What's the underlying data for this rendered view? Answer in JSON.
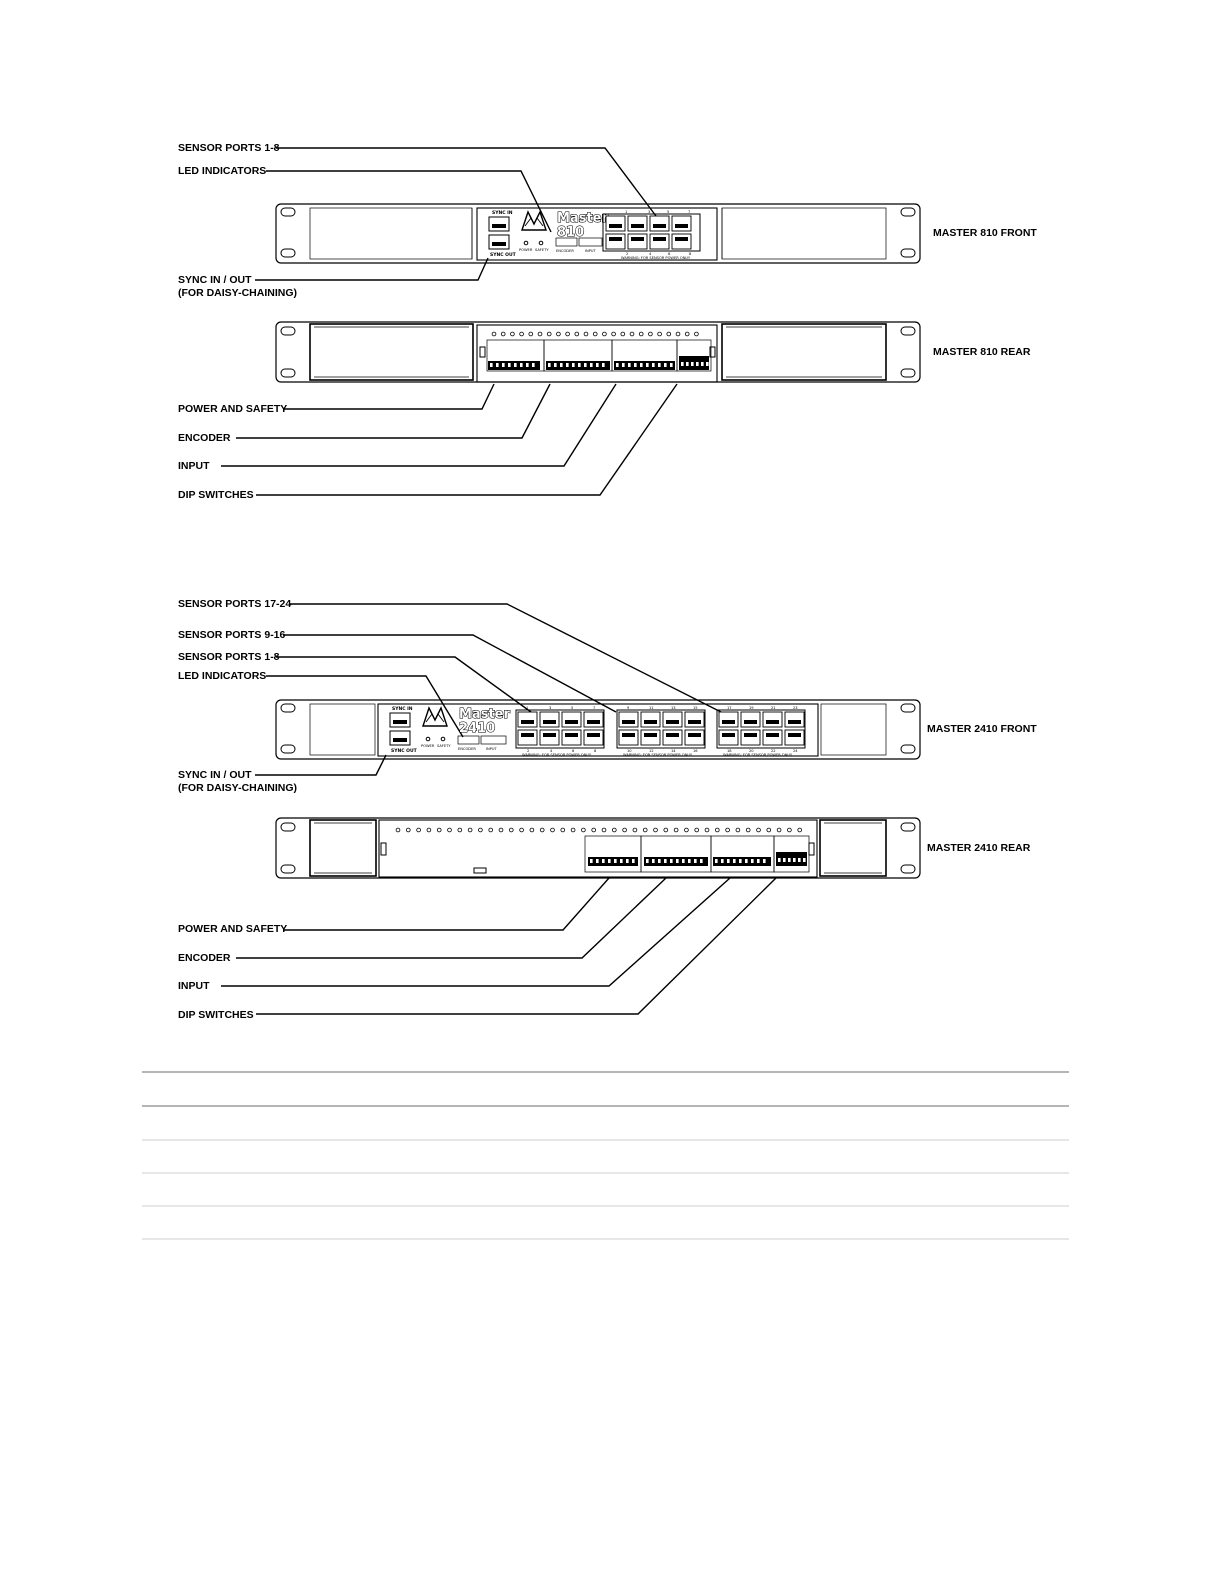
{
  "diagram_810": {
    "callouts": {
      "sensor_ports": "SENSOR PORTS 1-8",
      "led_indicators": "LED INDICATORS",
      "sync_line1": "SYNC IN / OUT",
      "sync_line2": "(FOR DAISY-CHAINING)",
      "power_safety": "POWER AND SAFETY",
      "encoder": "ENCODER",
      "input": "INPUT",
      "dip_switches": "DIP SWITCHES"
    },
    "front_label": "MASTER 810 FRONT",
    "rear_label": "MASTER 810 REAR",
    "front_panel": {
      "brand_word": "Master",
      "model": "810",
      "sync_in": "SYNC IN",
      "sync_out": "SYNC OUT",
      "power": "POWER",
      "safety": "SAFETY",
      "encoder": "ENCODER",
      "input": "INPUT",
      "warning": "WARNING: FOR SENSOR POWER ONLY!",
      "port_top": [
        "1",
        "3",
        "5",
        "7"
      ],
      "port_bottom": [
        "2",
        "4",
        "6",
        "8"
      ]
    }
  },
  "diagram_2410": {
    "callouts": {
      "sensor_ports_17_24": "SENSOR PORTS 17-24",
      "sensor_ports_9_16": "SENSOR PORTS 9-16",
      "sensor_ports_1_8": "SENSOR PORTS 1-8",
      "led_indicators": "LED INDICATORS",
      "sync_line1": "SYNC IN / OUT",
      "sync_line2": "(FOR DAISY-CHAINING)",
      "power_safety": "POWER AND SAFETY",
      "encoder": "ENCODER",
      "input": "INPUT",
      "dip_switches": "DIP SWITCHES"
    },
    "front_label": "MASTER 2410 FRONT",
    "rear_label": "MASTER 2410 REAR",
    "front_panel": {
      "brand_word": "Master",
      "model": "2410",
      "sync_in": "SYNC IN",
      "sync_out": "SYNC OUT",
      "power": "POWER",
      "safety": "SAFETY",
      "encoder": "ENCODER",
      "input": "INPUT",
      "warning": "WARNING: FOR SENSOR POWER ONLY!",
      "group1_top": [
        "1",
        "3",
        "5",
        "7"
      ],
      "group1_bottom": [
        "2",
        "4",
        "6",
        "8"
      ],
      "group2_top": [
        "9",
        "11",
        "13",
        "15"
      ],
      "group2_bottom": [
        "10",
        "12",
        "14",
        "16"
      ],
      "group3_top": [
        "17",
        "19",
        "21",
        "23"
      ],
      "group3_bottom": [
        "18",
        "20",
        "22",
        "24"
      ]
    }
  },
  "table": {
    "row_count": 5
  }
}
